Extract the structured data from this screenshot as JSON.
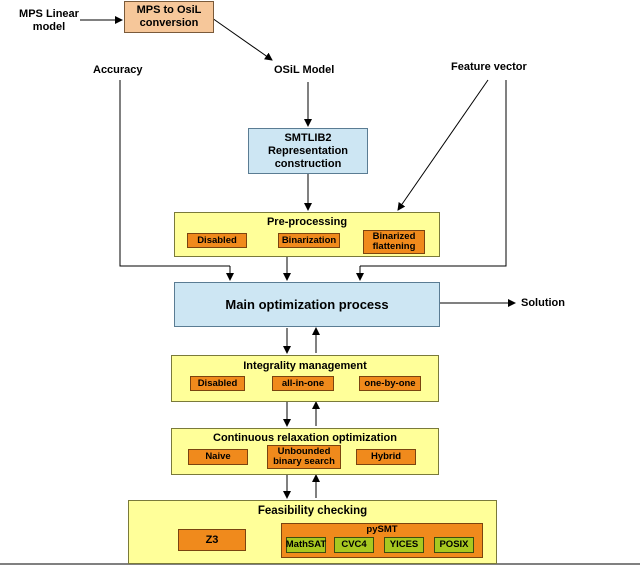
{
  "inputs": {
    "mps_label": "MPS Linear model",
    "accuracy_label": "Accuracy",
    "osil_model_label": "OSiL Model",
    "feature_vector_label": "Feature vector"
  },
  "mps_conversion": {
    "label": "MPS to OsiL conversion"
  },
  "smtlib2": {
    "label": "SMTLIB2 Representation construction"
  },
  "preprocessing": {
    "title": "Pre-processing",
    "options": [
      "Disabled",
      "Binarization",
      "Binarized flattening"
    ]
  },
  "main_process": {
    "label": "Main optimization process"
  },
  "solution_label": "Solution",
  "integrality": {
    "title": "Integrality management",
    "options": [
      "Disabled",
      "all-in-one",
      "one-by-one"
    ]
  },
  "relaxation": {
    "title": "Continuous relaxation optimization",
    "options": [
      "Naive",
      "Unbounded binary search",
      "Hybrid"
    ]
  },
  "feasibility": {
    "title": "Feasibility checking",
    "z3": "Z3",
    "pysmt": {
      "title": "pySMT",
      "solvers": [
        "MathSAT",
        "CVC4",
        "YICES",
        "POSIX"
      ]
    }
  },
  "colors": {
    "panel_yellow": "#ffff99",
    "main_blue": "#cde6f3",
    "option_orange": "#f08a1c",
    "conversion_peach": "#f6c79a",
    "solver_green": "#a8c820"
  }
}
